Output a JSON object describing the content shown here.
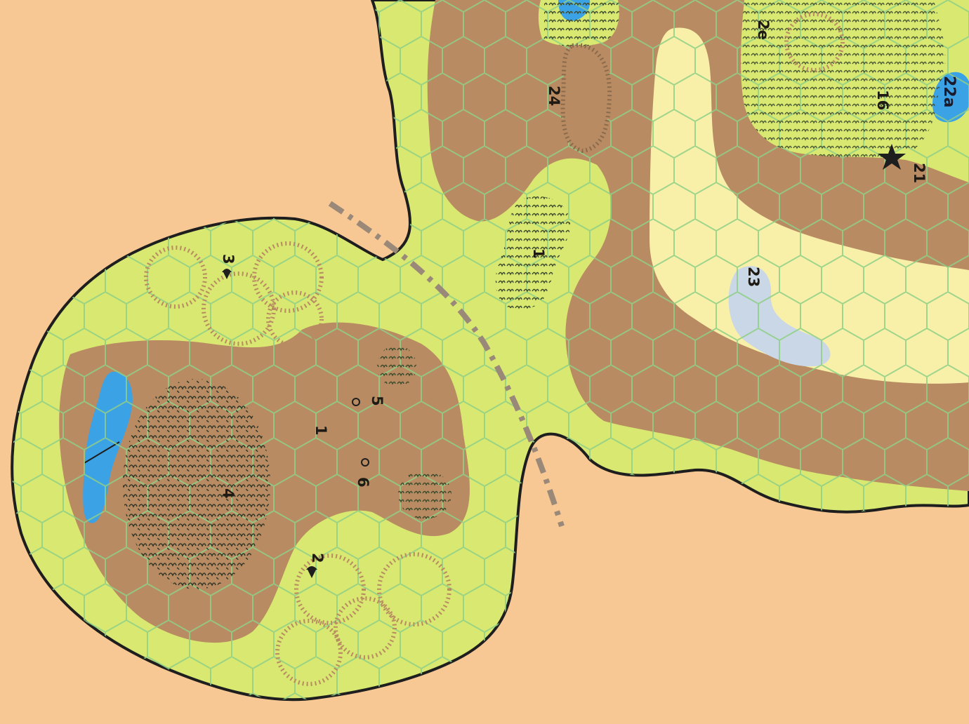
{
  "colors": {
    "background": "#f7c894",
    "plain": "#d8e870",
    "brown": "#b98b62",
    "pale": "#f8f0a8",
    "water": "#3ca2e6",
    "marsh": "#c9d7e6",
    "hexline": "#8fcf86",
    "coast": "#1e1e1e",
    "forest_dark": "#2d3324",
    "road": "#9a8878"
  },
  "labels": {
    "l1_brown": "1",
    "l1_forest": "1",
    "l2": "2",
    "l3": "3",
    "l4": "4",
    "l5": "5",
    "l6": "6",
    "l16": "16",
    "l21": "21",
    "l22a": "22a",
    "l23": "23",
    "l24": "24",
    "l2e": "2e"
  },
  "icons": {
    "hill": "hill-ring-icon",
    "village": "village-marker-icon",
    "objective": "star-icon",
    "point": "circle-point-icon"
  }
}
